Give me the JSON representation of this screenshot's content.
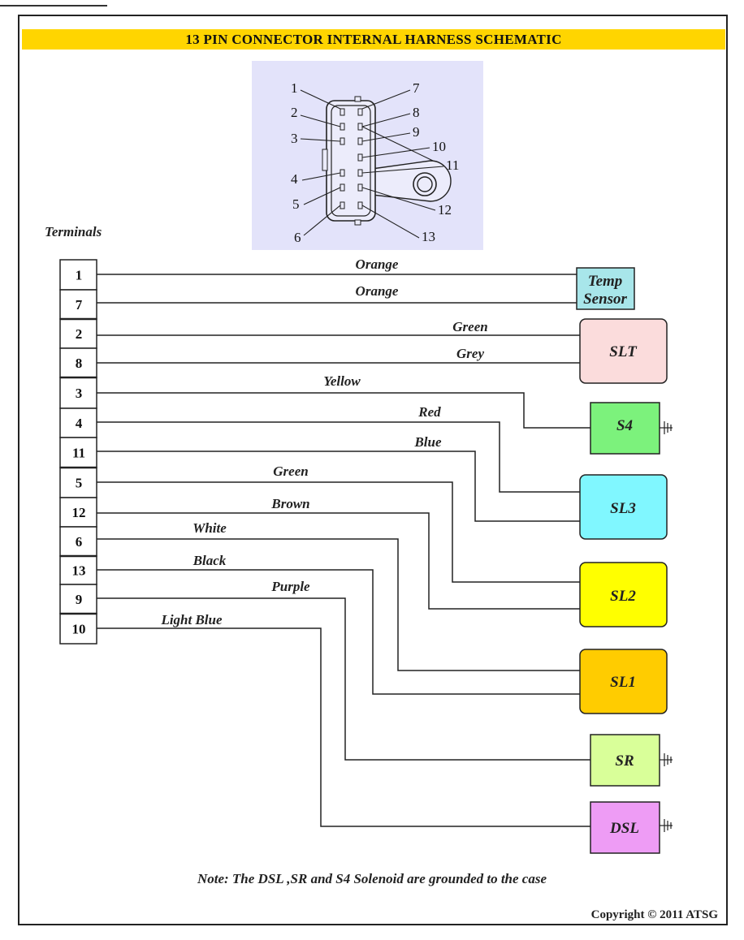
{
  "title": "13 PIN CONNECTOR INTERNAL HARNESS SCHEMATIC",
  "terminals_label": "Terminals",
  "connector_pins": [
    "1",
    "2",
    "3",
    "4",
    "5",
    "6",
    "7",
    "8",
    "9",
    "10",
    "11",
    "12",
    "13"
  ],
  "terminals": [
    "1",
    "7",
    "2",
    "8",
    "3",
    "4",
    "11",
    "5",
    "12",
    "6",
    "13",
    "9",
    "10"
  ],
  "wires": [
    {
      "terminal": "1",
      "color": "Orange",
      "component": "Temp Sensor"
    },
    {
      "terminal": "7",
      "color": "Orange",
      "component": "Temp Sensor"
    },
    {
      "terminal": "2",
      "color": "Green",
      "component": "SLT"
    },
    {
      "terminal": "8",
      "color": "Grey",
      "component": "SLT"
    },
    {
      "terminal": "3",
      "color": "Yellow",
      "component": "S4"
    },
    {
      "terminal": "4",
      "color": "Red",
      "component": "SL3"
    },
    {
      "terminal": "11",
      "color": "Blue",
      "component": "SL3"
    },
    {
      "terminal": "5",
      "color": "Green",
      "component": "SL2"
    },
    {
      "terminal": "12",
      "color": "Brown",
      "component": "SL2"
    },
    {
      "terminal": "6",
      "color": "White",
      "component": "SL1"
    },
    {
      "terminal": "13",
      "color": "Black",
      "component": "SL1"
    },
    {
      "terminal": "9",
      "color": "Purple",
      "component": "SR"
    },
    {
      "terminal": "10",
      "color": "Light Blue",
      "component": "DSL"
    }
  ],
  "components": [
    {
      "name": "Temp Sensor",
      "line1": "Temp",
      "line2": "Sensor",
      "fill": "#a8e6ea"
    },
    {
      "name": "SLT",
      "fill": "#fbdcdc"
    },
    {
      "name": "S4",
      "fill": "#7cf27c",
      "grounded": true
    },
    {
      "name": "SL3",
      "fill": "#80f7ff"
    },
    {
      "name": "SL2",
      "fill": "#ffff00"
    },
    {
      "name": "SL1",
      "fill": "#ffcc00"
    },
    {
      "name": "SR",
      "fill": "#d9ff99",
      "grounded": true
    },
    {
      "name": "DSL",
      "fill": "#ee9cf5",
      "grounded": true
    }
  ],
  "note": "Note: The DSL ,SR and S4 Solenoid are grounded to the case",
  "copyright": "Copyright © 2011 ATSG",
  "colors": {
    "title_bar": "#ffd500",
    "connector_panel": "#e3e3fa",
    "line": "#222222"
  }
}
